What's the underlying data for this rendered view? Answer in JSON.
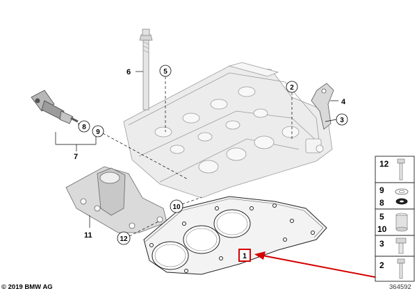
{
  "copyright": "© 2019 BMW AG",
  "diagram_id": "364592",
  "callouts": {
    "c1": "1",
    "c2": "2",
    "c3": "3",
    "c4": "4",
    "c5": "5",
    "c6": "6",
    "c7": "7",
    "c8": "8",
    "c9": "9",
    "c10": "10",
    "c11": "11",
    "c12": "12"
  },
  "legend": {
    "row1": "12",
    "row2a": "9",
    "row2b": "8",
    "row3a": "5",
    "row3b": "10",
    "row4": "3",
    "row5": "2"
  },
  "colors": {
    "highlight": "#d40000",
    "line": "#000000",
    "part_fill": "#e6e6e6",
    "gasket_fill": "#f3f3f3"
  }
}
